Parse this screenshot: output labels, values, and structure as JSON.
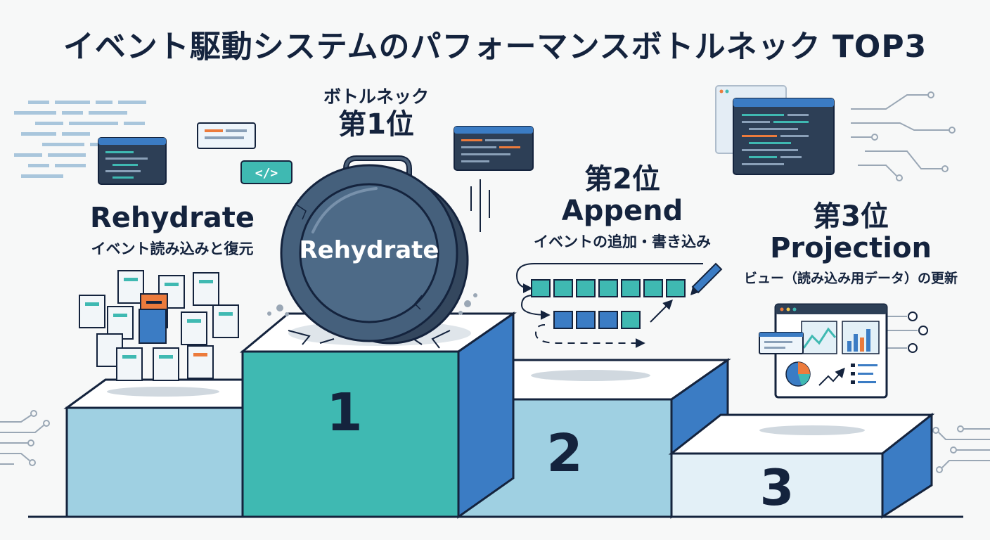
{
  "title": "イベント駆動システムのパフォーマンスボトルネック TOP3",
  "code_tag": "</>",
  "first": {
    "heading": "ボトルネック",
    "rank": "第1位",
    "number": "1",
    "weight_label": "Rehydrate"
  },
  "rehydrate": {
    "name": "Rehydrate",
    "desc": "イベント読み込みと復元"
  },
  "second": {
    "rank": "第2位",
    "name": "Append",
    "desc": "イベントの追加・書き込み",
    "number": "2"
  },
  "third": {
    "rank": "第3位",
    "name": "Projection",
    "desc": "ビュー（読み込み用データ）の更新",
    "number": "3"
  },
  "colors": {
    "teal": "#3fb9b2",
    "blue": "#3b7cc4",
    "light_blue": "#9fd0e2",
    "navy": "#14233d",
    "orange": "#ec7b3c"
  }
}
